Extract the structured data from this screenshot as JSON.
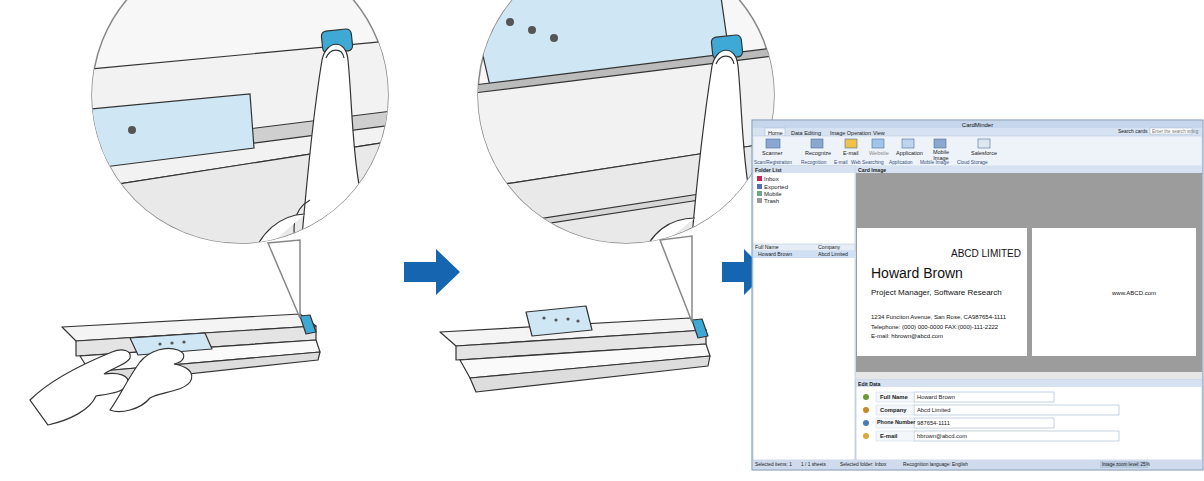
{
  "diagram": {
    "nodes": [
      {
        "text": [
          "CardMinder"
        ]
      },
      {
        "text": [
          "ABCD LIMITED",
          "Howard Brown",
          "Project Manager, Software Research",
          "1234 Funciton Avenue, San Rose, CA987654-1111",
          "Telephone: (000) 000-0000  FAX:(000)-111-2222",
          "E-mail: hbrown@abcd.com"
        ],
        "in": 0
      },
      {
        "text": [
          "www.ABCD.com"
        ],
        "in": 0
      }
    ],
    "labels": [
      "Home",
      "Data Editing",
      "Image Operation",
      "View",
      "Search cards",
      "Enter the search string",
      "Scanner",
      "Recognize",
      "E-mail",
      "Website",
      "Application",
      "Mobile Image",
      "Salesforce",
      "Scan/Registration",
      "Recognition",
      "E-mail",
      "Web Searching",
      "Application",
      "Mobile Image",
      "Cloud Storage",
      "Folder List",
      "Inbox",
      "Exported",
      "Mobile",
      "Trash",
      "Full Name",
      "Company",
      "Howard Brown",
      "Abcd Limited",
      "Card Image",
      "Edit Data",
      "Full Name",
      "Howard Brown",
      "Company",
      "Abcd Limited",
      "Phone Number",
      "987654-1111",
      "E-mail",
      "hbrown@abcd.com",
      "Selected items: 1",
      "1 / 1 sheets",
      "Selected folder: Inbox",
      "Recognition language: English",
      "Image zoom level: 25%"
    ]
  }
}
